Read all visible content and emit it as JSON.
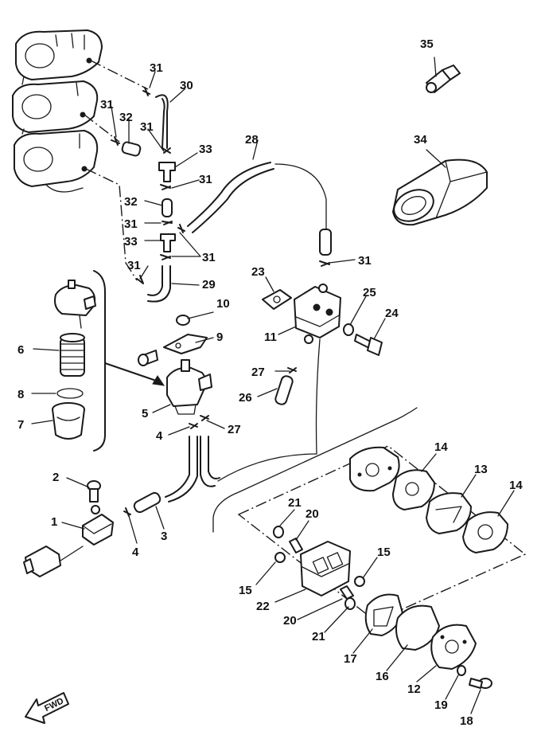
{
  "labels": {
    "p1": "1",
    "p2": "2",
    "p3": "3",
    "p4a": "4",
    "p4b": "4",
    "p5": "5",
    "p6": "6",
    "p7": "7",
    "p8": "8",
    "p9": "9",
    "p10": "10",
    "p11": "11",
    "p12": "12",
    "p13": "13",
    "p14a": "14",
    "p14b": "14",
    "p15a": "15",
    "p15b": "15",
    "p16": "16",
    "p17": "17",
    "p18": "18",
    "p19": "19",
    "p20a": "20",
    "p20b": "20",
    "p21a": "21",
    "p21b": "21",
    "p22": "22",
    "p23": "23",
    "p24": "24",
    "p25": "25",
    "p26": "26",
    "p27a": "27",
    "p27b": "27",
    "p28": "28",
    "p29": "29",
    "p30": "30",
    "p31a": "31",
    "p31b": "31",
    "p31c": "31",
    "p31d": "31",
    "p31e": "31",
    "p31f": "31",
    "p31g": "31",
    "p31h": "31",
    "p32a": "32",
    "p32b": "32",
    "p33a": "33",
    "p33b": "33",
    "p34": "34",
    "p35": "35"
  },
  "fwd_label": "FWD"
}
